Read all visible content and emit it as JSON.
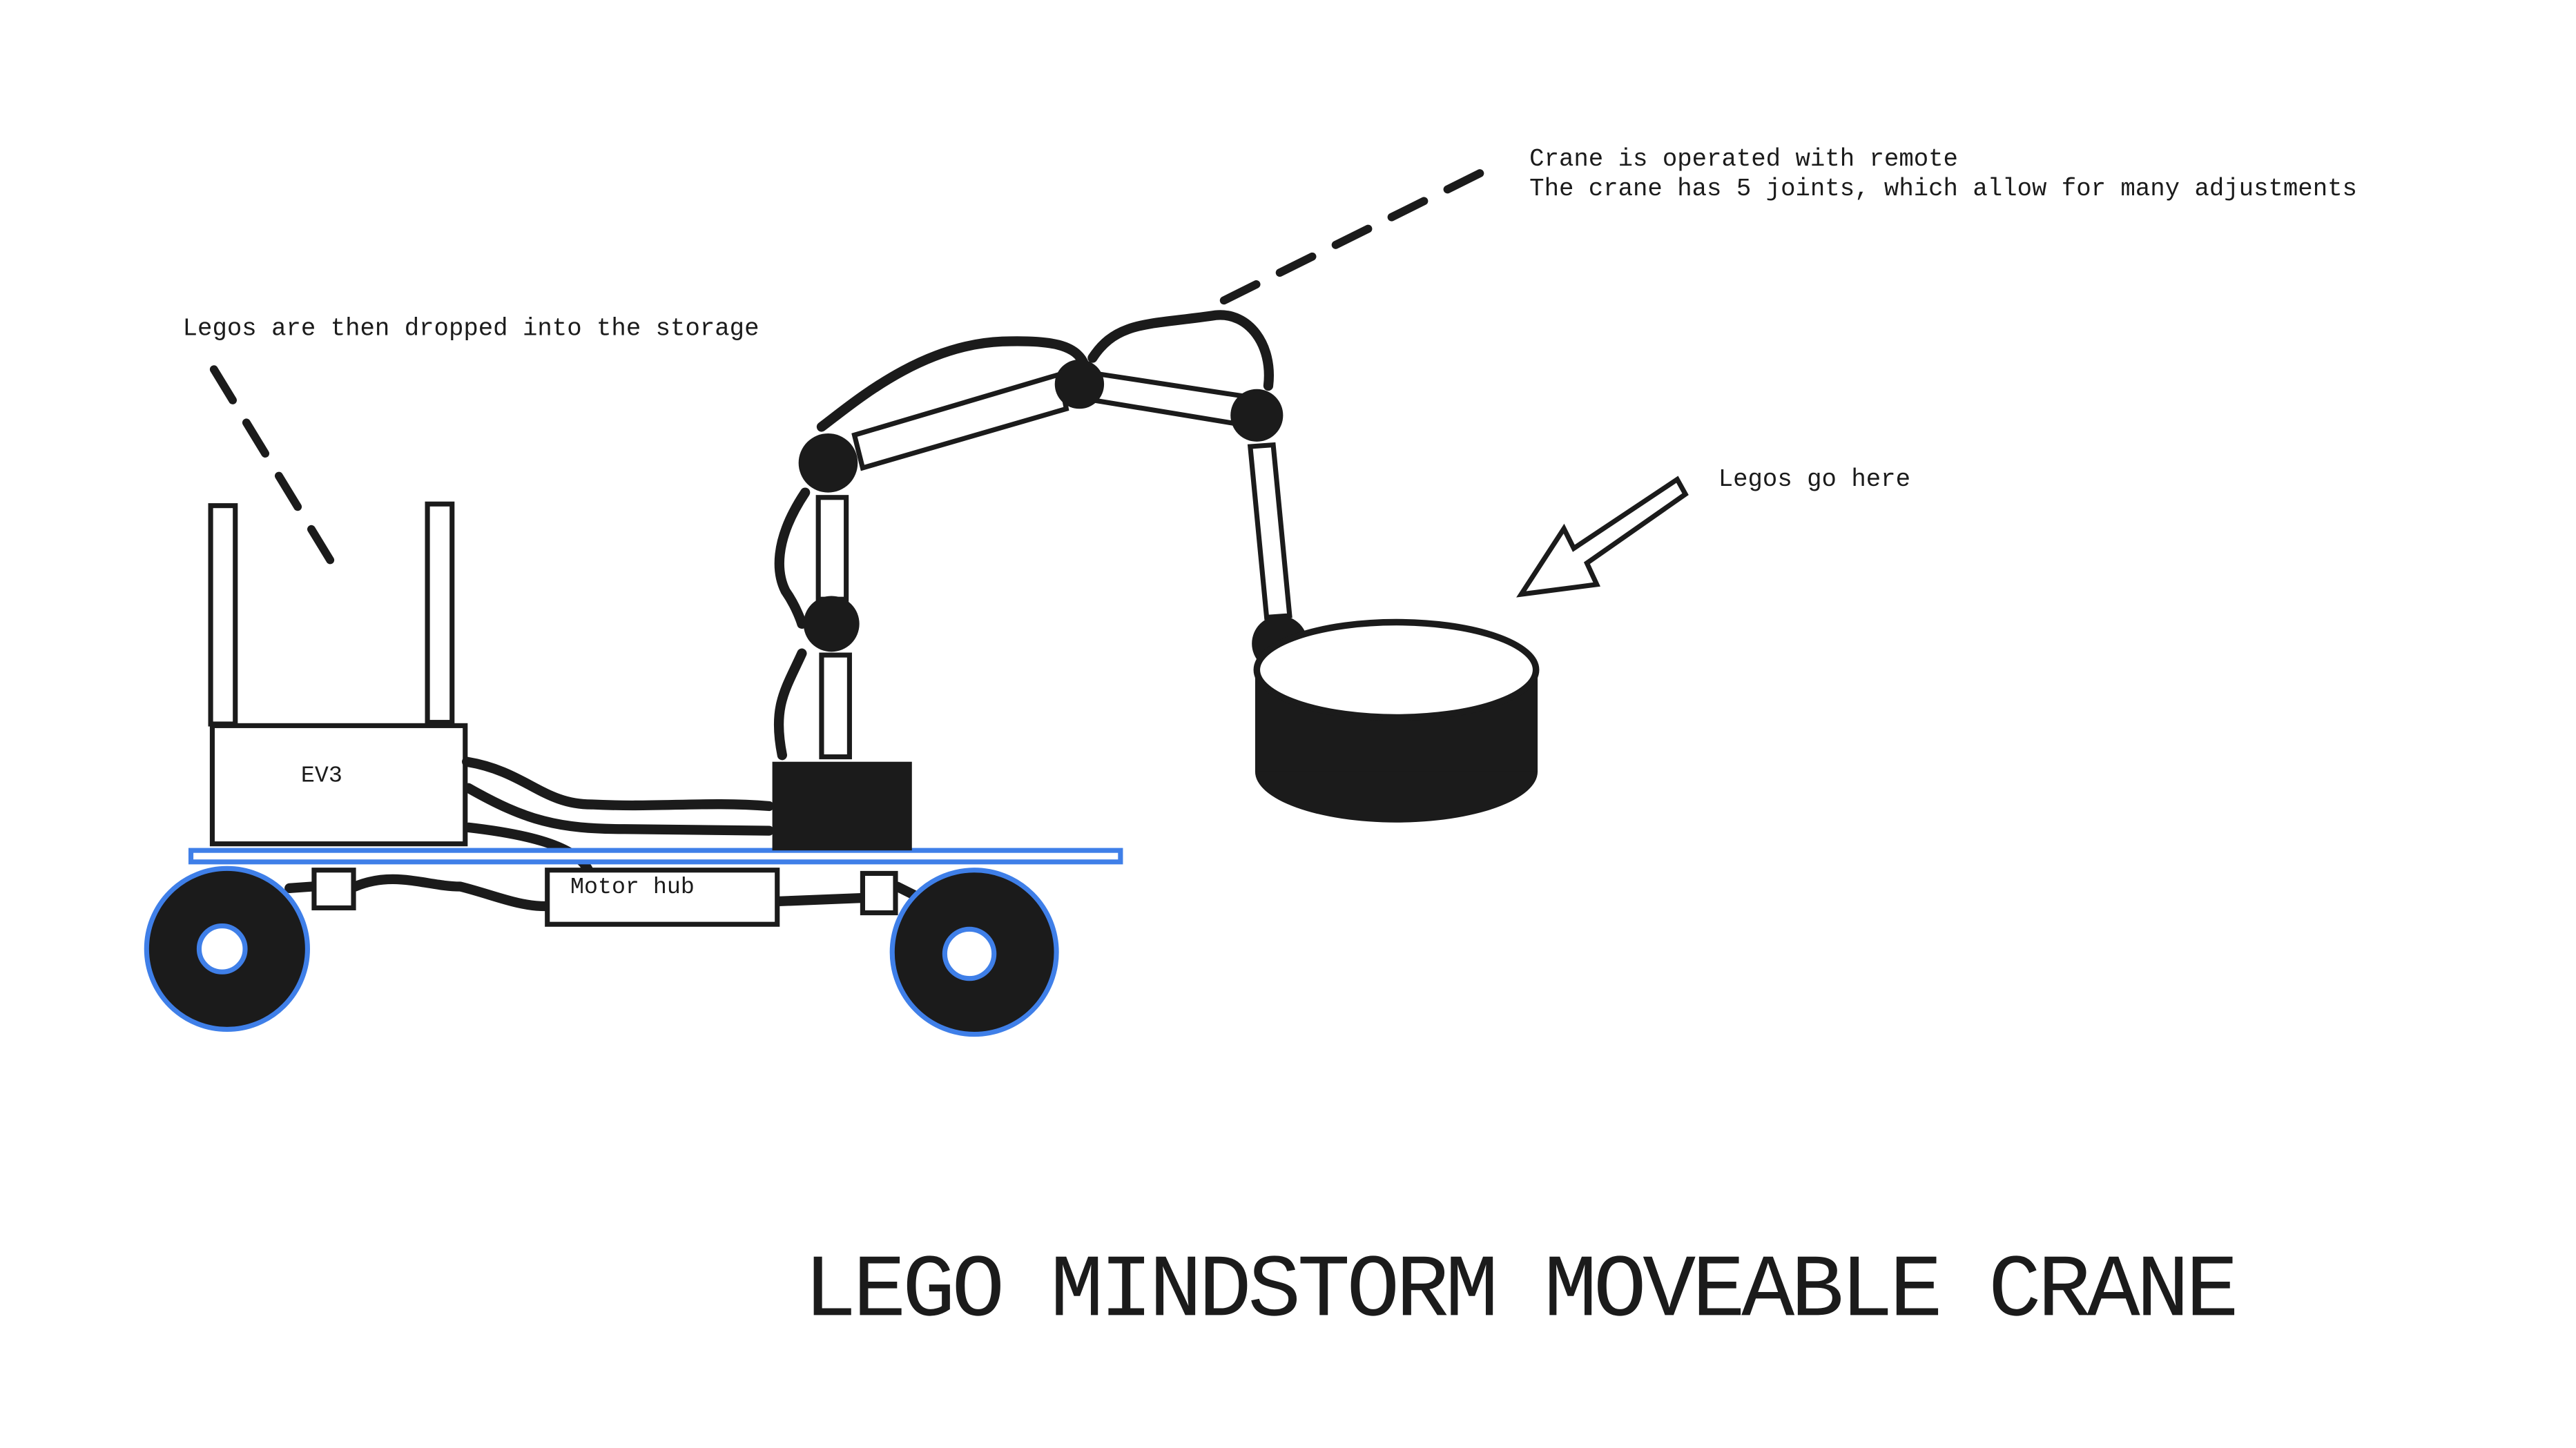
{
  "title": "LEGO MINDSTORM MOVEABLE CRANE",
  "annotations": {
    "storage": "Legos are then dropped into the storage",
    "remote_line1": "Crane is operated with remote",
    "remote_line2": "The crane has 5 joints, which allow for many adjustments",
    "legos_go_here": "Legos go here"
  },
  "labels": {
    "ev3": "EV3",
    "motor_hub": "Motor hub"
  },
  "colors": {
    "ink": "#1b1b1b",
    "accent_blue": "#3f7fe8",
    "background": "#ffffff"
  }
}
